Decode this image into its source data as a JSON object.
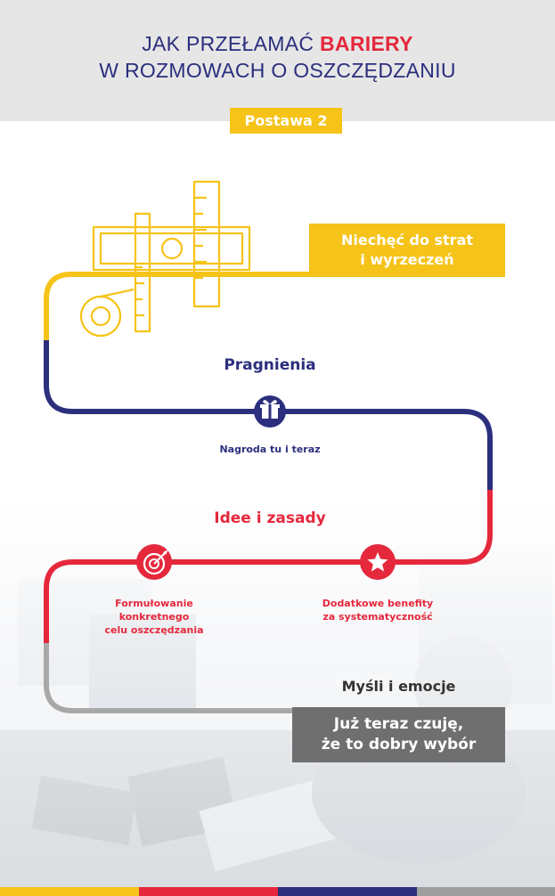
{
  "header": {
    "title_prefix": "JAK PRZEŁAMAĆ",
    "title_accent": "BARIERY",
    "title_line2": "W ROZMOWACH O OSZCZĘDZANIU",
    "badge": "Postawa 2"
  },
  "stages": {
    "stage1": {
      "line1": "Niechęć do strat",
      "line2": "i wyrzeczeń"
    },
    "stage2": {
      "heading": "Pragnienia",
      "item": "Nagroda tu i teraz"
    },
    "stage3": {
      "heading": "Idee i zasady",
      "item1": {
        "line1": "Formułowanie",
        "line2": "konkretnego",
        "line3": "celu oszczędzania"
      },
      "item2": {
        "line1": "Dodatkowe benefity",
        "line2": "za systematyczność"
      }
    },
    "stage4": {
      "heading": "Myśli i emocje",
      "line1": "Już teraz czuję,",
      "line2": "że to dobry wybór"
    }
  },
  "colors": {
    "yellow": "#f6c319",
    "blue": "#2b2f7d",
    "red": "#e5283c",
    "gray": "#6f6f6f",
    "header_bg": "#e6e6e6"
  },
  "icons": {
    "stage1": "money-ruler-icon",
    "stage2": "gift-icon",
    "stage3a": "target-icon",
    "stage3b": "star-icon"
  }
}
